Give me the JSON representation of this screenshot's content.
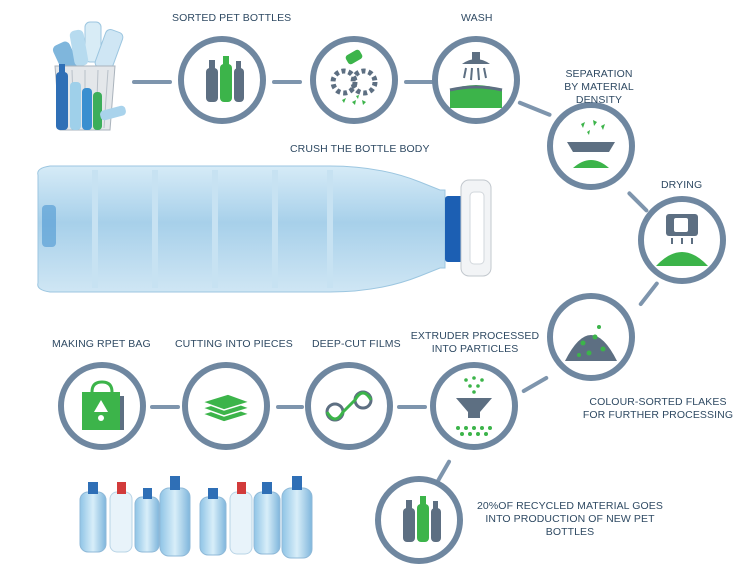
{
  "labels": {
    "sorted": "SORTED PET BOTTLES",
    "wash": "WASH",
    "separation_1": "SEPARATION",
    "separation_2": "BY MATERIAL DENSITY",
    "crush": "CRUSH THE BOTTLE BODY",
    "drying": "DRYING",
    "making_bag": "MAKING RPET BAG",
    "cutting": "CUTTING INTO PIECES",
    "deep_cut": "DEEP-CUT FILMS",
    "extruder_1": "EXTRUDER PROCESSED",
    "extruder_2": "INTO PARTICLES",
    "flakes_1": "COLOUR-SORTED FLAKES",
    "flakes_2": "FOR FURTHER PROCESSING",
    "recycled_1": "20%OF RECYCLED MATERIAL GOES",
    "recycled_2": "INTO PRODUCTION OF NEW PET BOTTLES"
  },
  "colors": {
    "ring": "#6f87a0",
    "connector": "#7e95ad",
    "icon_grey": "#5d6f82",
    "icon_green": "#3cb44a",
    "label_text": "#2f4a63",
    "bottle_blue": "#a9d3ec"
  },
  "icons": [
    "bottles-icon",
    "gears-crush-icon",
    "shower-wash-icon",
    "density-separation-icon",
    "drying-icon",
    "flakes-icon",
    "extruder-icon",
    "film-rollers-icon",
    "stacked-pieces-icon",
    "rpet-bag-icon",
    "new-bottles-icon"
  ]
}
